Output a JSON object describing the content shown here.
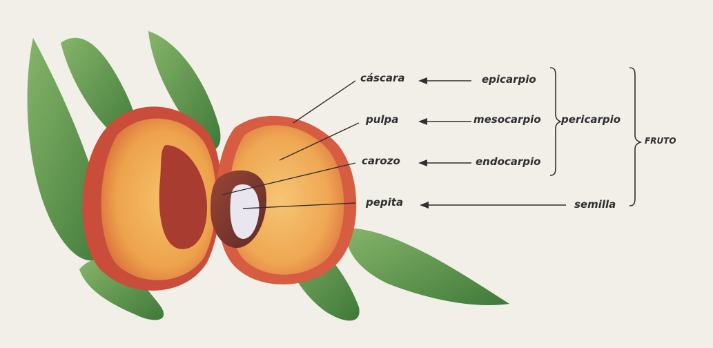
{
  "parts": {
    "cascara": "cáscara",
    "pulpa": "pulpa",
    "carozo": "carozo",
    "pepita": "pepita"
  },
  "tissues": {
    "epicarpio": "epicarpio",
    "mesocarpio": "mesocarpio",
    "endocarpio": "endocarpio",
    "semilla": "semilla"
  },
  "groups": {
    "pericarpio": "pericarpio",
    "fruto": "FRUTO"
  },
  "colors": {
    "background": "#f1efe8",
    "text": "#2f2f2f",
    "leaf": "#5e9a4e",
    "peach_skin": "#d96a4a",
    "peach_flesh": "#f2a94e",
    "stone": "#7a3a32"
  }
}
